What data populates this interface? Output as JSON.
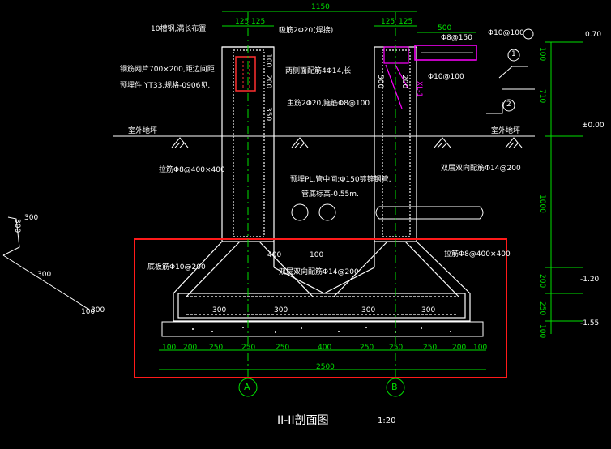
{
  "colors": {
    "background": "#000000",
    "wall": "#ffffff",
    "dimension": "#00e000",
    "rebar": "#ff00ff",
    "highlight": "#ff1a1a",
    "label": "#ffffff",
    "leader": "#ffffff"
  },
  "title": {
    "main": "II-II剖面图",
    "scale": "1:20"
  },
  "axes": {
    "a": "A",
    "b": "B"
  },
  "top_dims": {
    "overall": "1150",
    "w1": "125",
    "w2": "125",
    "w3": "125",
    "w4": "125",
    "right_width": "500"
  },
  "right_dims": {
    "d1": "100",
    "d2": "710",
    "d3": "1000",
    "d4": "200",
    "d5": "250",
    "d6": "100"
  },
  "elevations": {
    "e1": "0.70",
    "e2": "±0.00",
    "e3": "-1.20",
    "e4": "-1.55"
  },
  "bottom_dims": [
    "100",
    "200",
    "250",
    "250",
    "250",
    "400",
    "250",
    "250",
    "250",
    "200",
    "100"
  ],
  "bottom_total": "2500",
  "labels": {
    "l1": "10槽钢,满长布置",
    "l2": "吸筋2Φ20(焊接)",
    "l3": "钢筋网片700×200,距边间距",
    "l4": "预埋件,YT33,规格-0906见.",
    "l5": "两侧面配筋4Φ14,长",
    "l6": "主筋2Φ20,箍筋Φ8@100",
    "l7": "Φ8@150",
    "l8": "Φ10@100",
    "l9": "Φ10@100",
    "l10": "室外地坪",
    "l11": "室外地坪",
    "l12": "拉筋Φ8@400×400",
    "l13": "双层双向配筋Φ14@200",
    "l14": "预埋PL,管中间:Φ150镀锌钢管,",
    "l15": "管底标高-0.55m.",
    "l16": "底板筋Φ10@200",
    "l17": "双层双向配筋Φ14@200",
    "l18": "拉筋Φ8@400×400",
    "l19": "XL-1",
    "l20": "400",
    "l21": "300",
    "l22": "300",
    "l23": "300",
    "l24": "300",
    "l25": "100",
    "c1": "1",
    "c2": "2",
    "s1": "100",
    "s2": "200",
    "s3": "350",
    "s4": "300",
    "s5": "300",
    "s6": "100",
    "s7": "500",
    "s8": "200",
    "s9": "300",
    "s10": "300"
  }
}
